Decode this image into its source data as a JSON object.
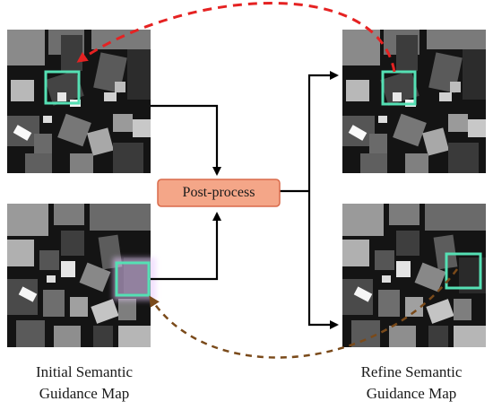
{
  "process": {
    "label": "Post-process",
    "fill_color": "#f4a688",
    "border_color": "#d96a4a"
  },
  "captions": {
    "initial_line1": "Initial Semantic",
    "initial_line2": "Guidance Map",
    "refine_line1": "Refine Semantic",
    "refine_line2": "Guidance Map"
  },
  "colors": {
    "highlight_box": "#55e0b4",
    "top_dashed_arrow": "#e52222",
    "bottom_dashed_arrow": "#7a4a1a",
    "flow_arrow": "#000000"
  }
}
